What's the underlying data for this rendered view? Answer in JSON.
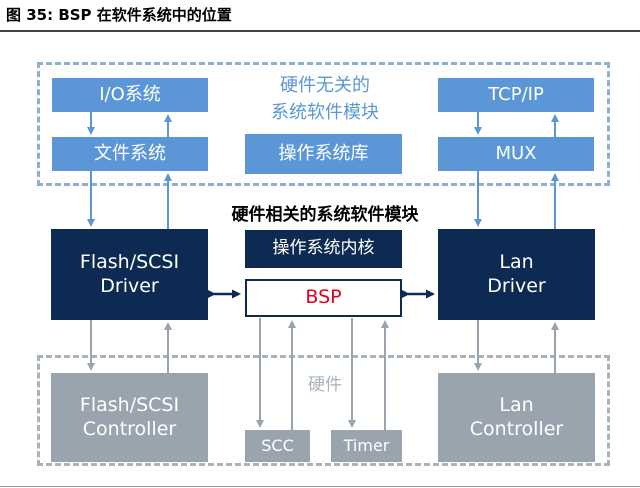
{
  "caption": "图 35:  BSP 在软件系统中的位置",
  "top_region": {
    "label_line1": "硬件无关的",
    "label_line2": "系统软件模块",
    "io_system": "I/O系统",
    "file_system": "文件系统",
    "os_library": "操作系统库",
    "tcp_ip": "TCP/IP",
    "mux": "MUX"
  },
  "middle_region": {
    "label": "硬件相关的系统软件模块",
    "flash_driver": "Flash/SCSI\nDriver",
    "os_kernel": "操作系统内核",
    "bsp": "BSP",
    "lan_driver": "Lan\nDriver"
  },
  "hardware_region": {
    "label": "硬件",
    "flash_controller": "Flash/SCSI\nController",
    "scc": "SCC",
    "timer": "Timer",
    "lan_controller": "Lan\nController"
  },
  "colors": {
    "light_box": "#5b97d7",
    "dark_box": "#0d2a52",
    "gray_box": "#9aa4ae",
    "bsp_text": "#e3001b"
  }
}
